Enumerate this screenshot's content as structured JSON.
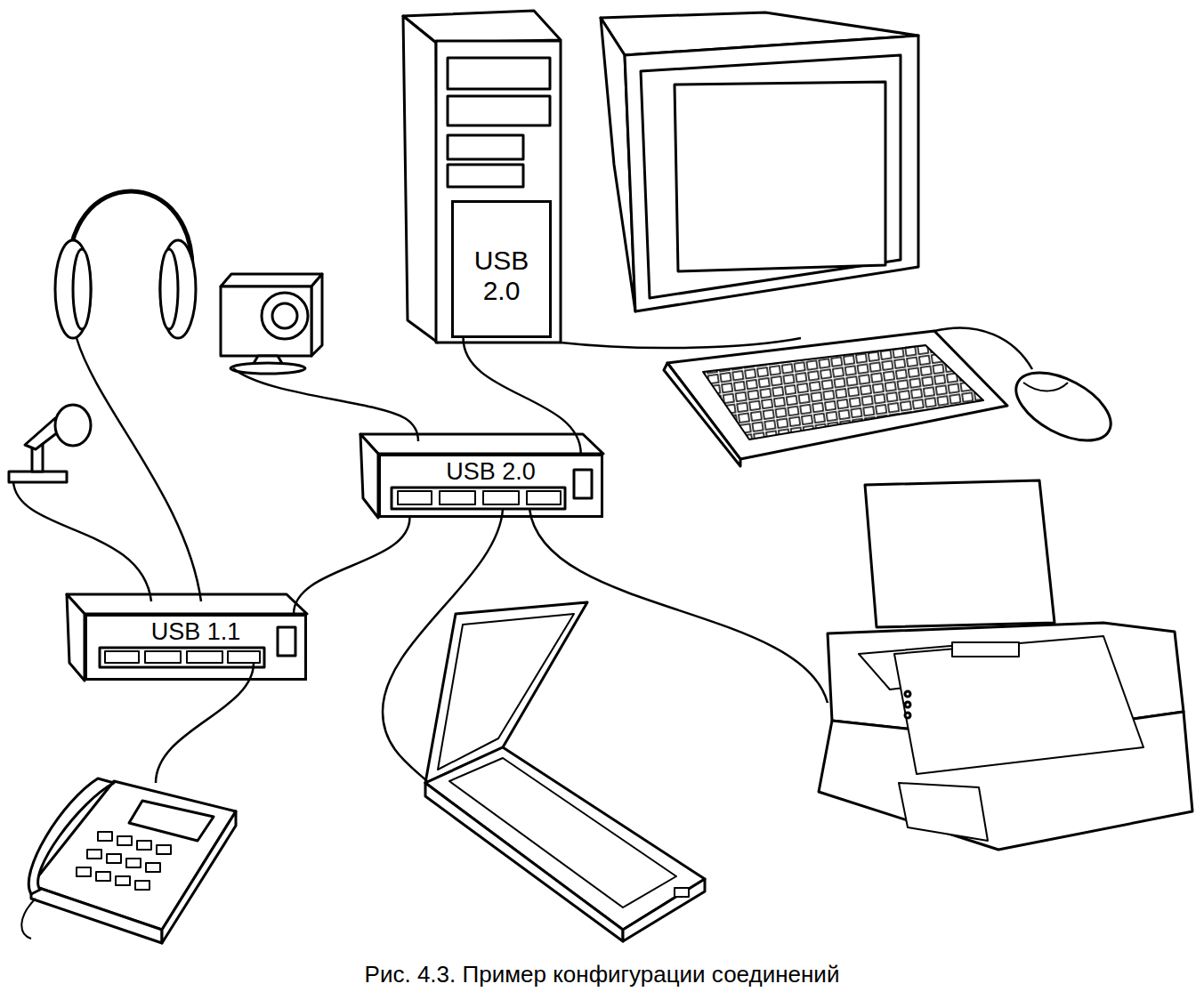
{
  "diagram": {
    "caption": "Рис. 4.3. Пример конфигурации соединений",
    "nodes": [
      {
        "text": [
          "USB 2.0"
        ]
      },
      {
        "text": [
          "USB 2.0"
        ]
      },
      {
        "text": [
          "USB 1.1"
        ]
      }
    ],
    "edges": [
      {
        "from": 0,
        "to": 1,
        "arrow": "none"
      },
      {
        "from": 1,
        "to": 2,
        "arrow": "none"
      }
    ]
  }
}
